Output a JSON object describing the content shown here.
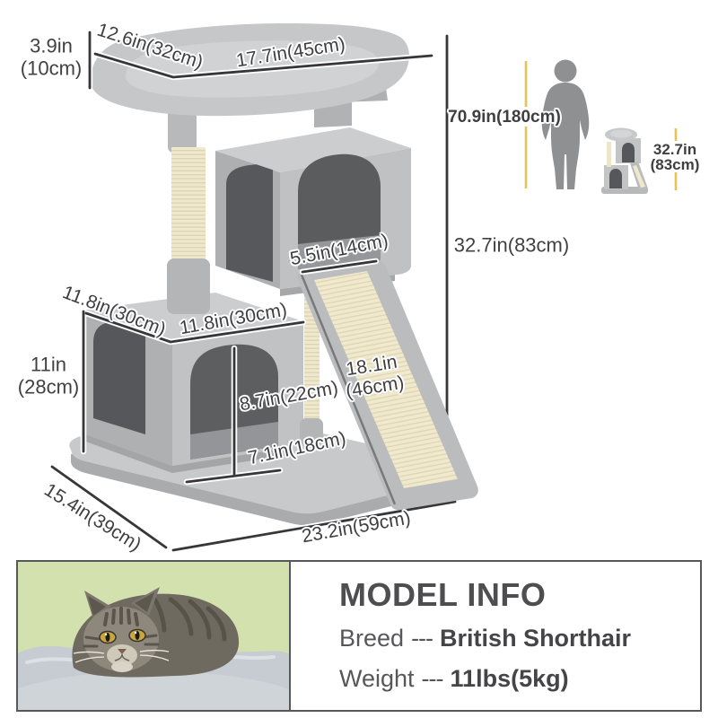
{
  "labels": {
    "perch_thickness_line1": "3.9in",
    "perch_thickness_line2": "(10cm)",
    "perch_depth": "12.6in(32cm)",
    "perch_width": "17.7in(45cm)",
    "human_height": "70.9in(180cm)",
    "mini_tree_height_line1": "32.7in",
    "mini_tree_height_line2": "(83cm)",
    "total_height": "32.7in(83cm)",
    "ramp_top_width": "5.5in(14cm)",
    "condo_depth": "11.8in(30cm)",
    "condo_width": "11.8in(30cm)",
    "condo_height_line1": "11in",
    "condo_height_line2": "(28cm)",
    "door_height": "8.7in(22cm)",
    "ramp_length_line1": "18.1in",
    "ramp_length_line2": "(46cm)",
    "door_width": "7.1in(18cm)",
    "base_depth": "15.4in(39cm)",
    "base_width": "23.2in(59cm)"
  },
  "model_info": {
    "title": "MODEL INFO",
    "breed_label": "Breed",
    "breed_separator": "---",
    "breed_value": "British Shorthair",
    "weight_label": "Weight",
    "weight_separator": "---",
    "weight_value": "11lbs(5kg)"
  },
  "icons": {
    "human_silhouette": "human-silhouette-icon",
    "mini_cat_tree": "mini-cat-tree-icon",
    "cat_photo": "british-shorthair-photo"
  },
  "colors": {
    "text_dim": "#3f3f41",
    "accent_yellow": "#e8c352",
    "silhouette_gray": "#8e9092",
    "panel_border": "#58585a",
    "photo_bg_green": "#d6e3b0",
    "plush_light": "#cbcdcf",
    "plush_mid": "#bfc1c3",
    "plush_dark": "#aeb0b2",
    "condo_interior": "#57595b",
    "sisal_cream": "#efe8cd"
  }
}
